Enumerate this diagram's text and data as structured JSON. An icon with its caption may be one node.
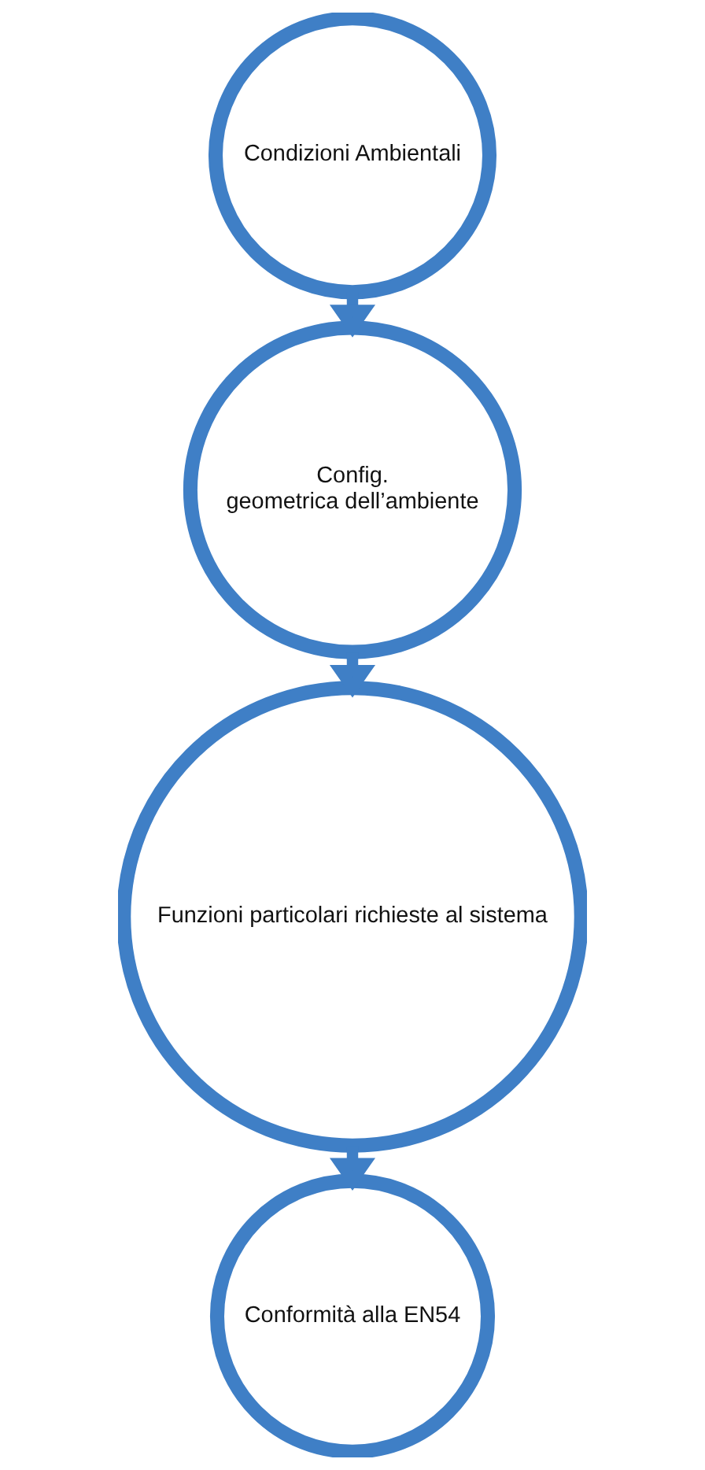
{
  "diagram": {
    "nodes": [
      {
        "text": [
          "Condizioni Ambientali"
        ]
      },
      {
        "text": [
          "Config.",
          "geometrica dell’ambiente"
        ]
      },
      {
        "text": [
          "Funzioni particolari richieste al sistema"
        ]
      },
      {
        "text": [
          "Conformità alla EN54"
        ]
      }
    ],
    "edges": [
      {
        "from": 0,
        "to": 1,
        "arrow": "to"
      },
      {
        "from": 1,
        "to": 2,
        "arrow": "to"
      },
      {
        "from": 2,
        "to": 3,
        "arrow": "to"
      }
    ]
  }
}
